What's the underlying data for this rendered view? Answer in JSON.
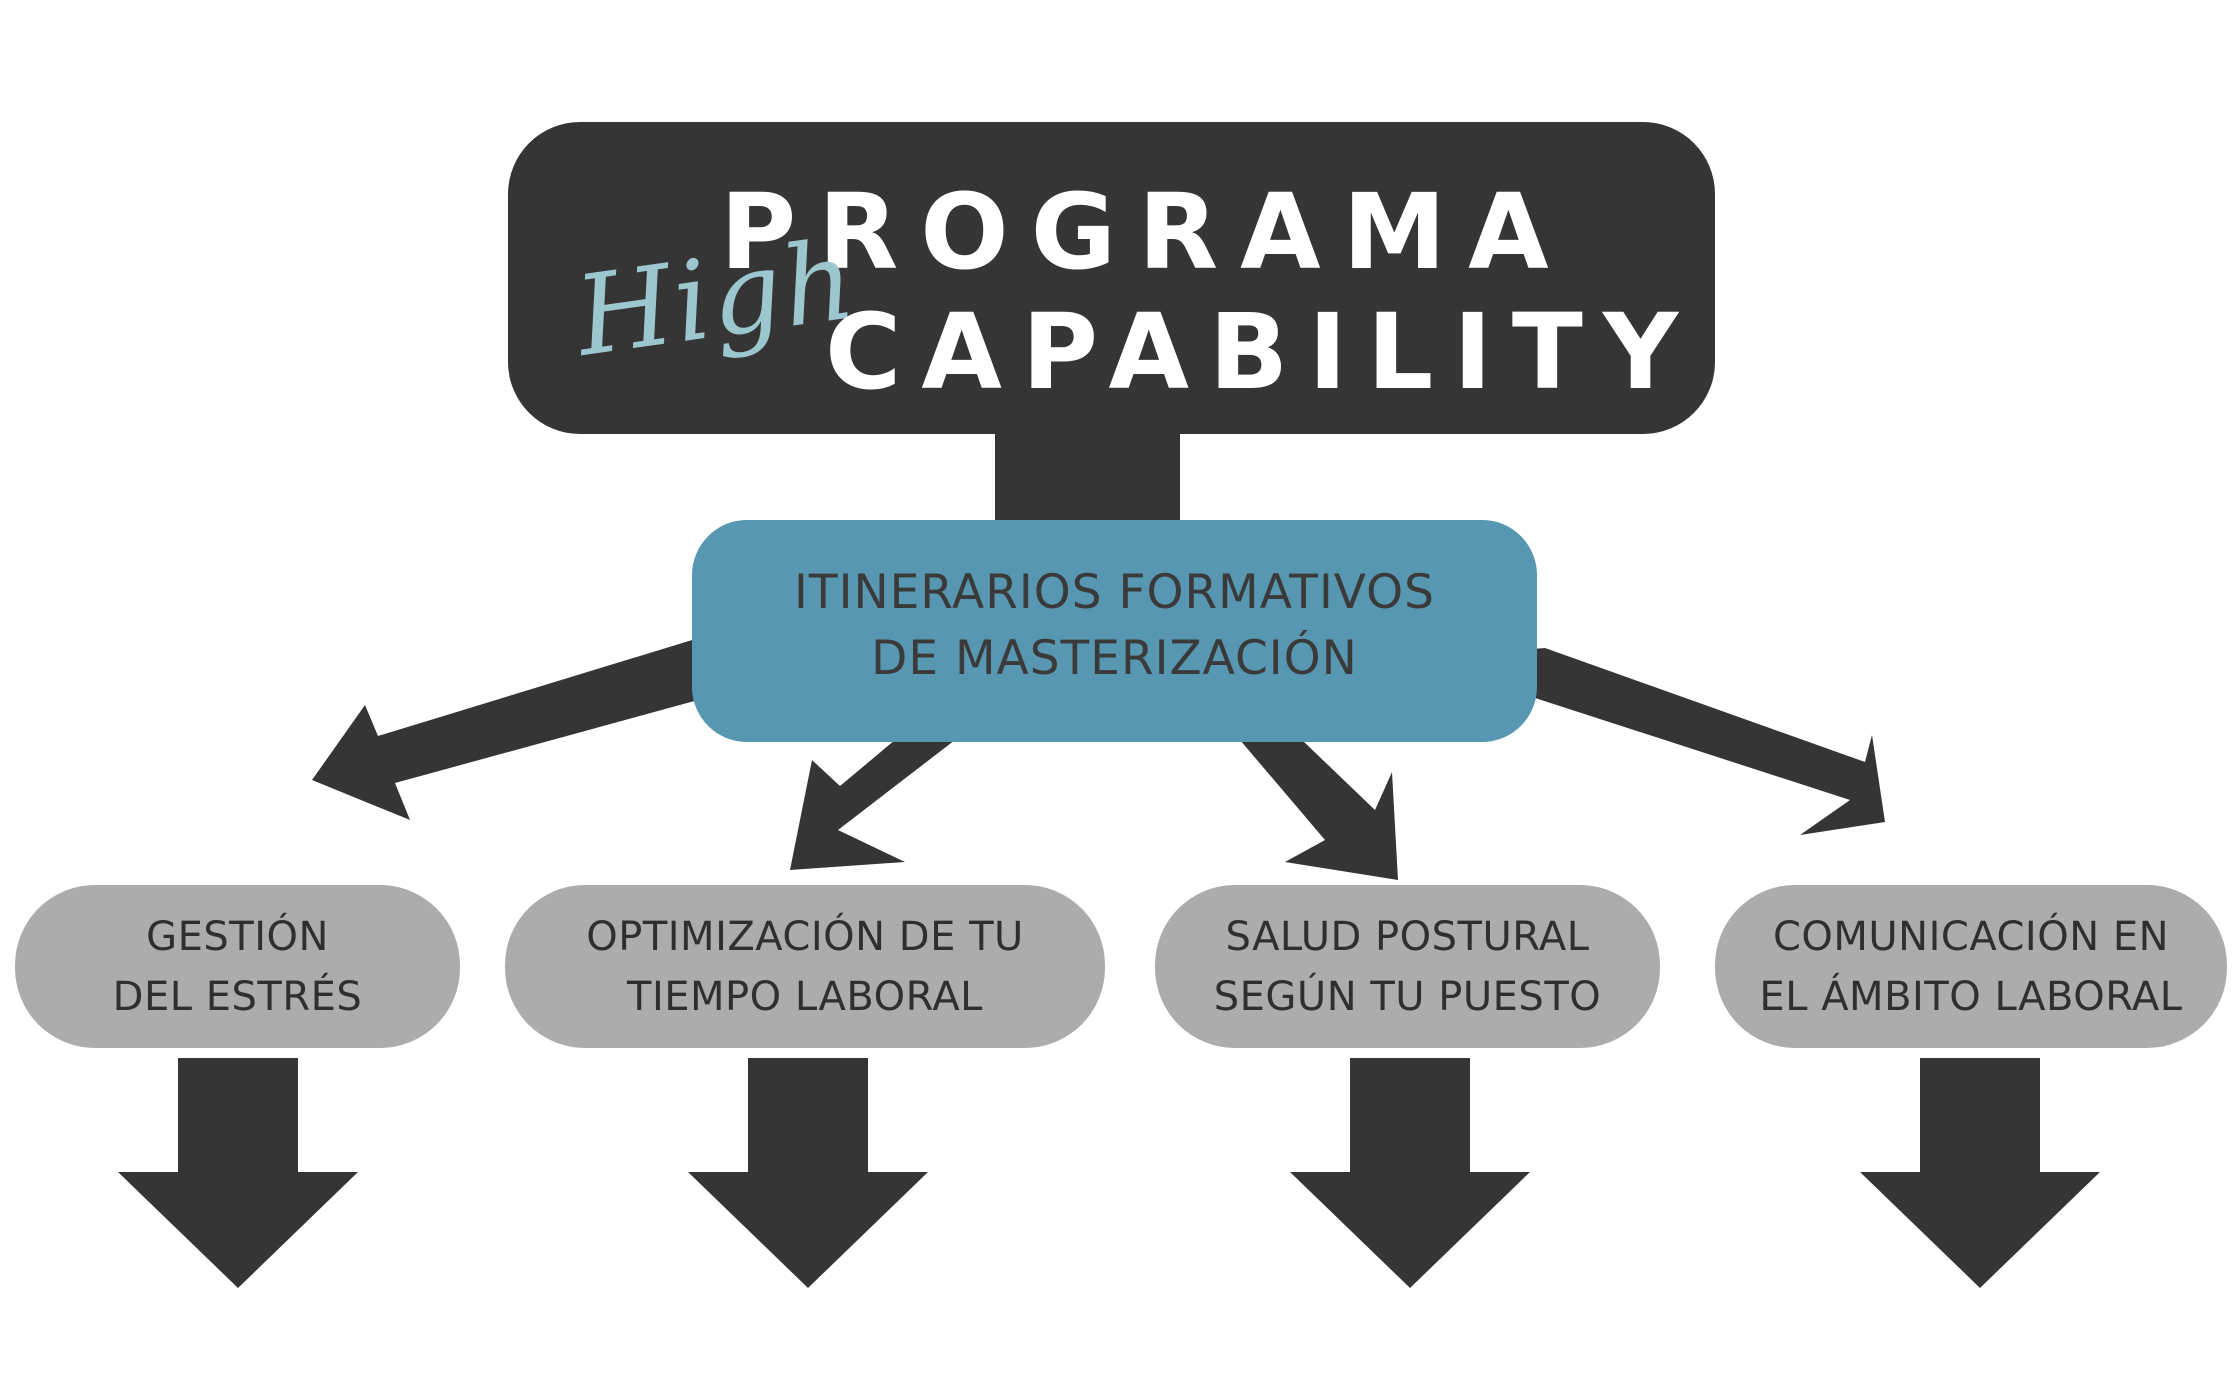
{
  "header": {
    "line1": "PROGRAMA",
    "script_word": "High",
    "line2": "CAPABILITY"
  },
  "center_node": {
    "line1": "ITINERARIOS FORMATIVOS",
    "line2": "DE MASTERIZACIÓN"
  },
  "leaves": [
    {
      "line1": "GESTIÓN",
      "line2": "DEL ESTRÉS"
    },
    {
      "line1": "OPTIMIZACIÓN DE TU",
      "line2": "TIEMPO LABORAL"
    },
    {
      "line1": "SALUD POSTURAL",
      "line2": "SEGÚN TU PUESTO"
    },
    {
      "line1": "COMUNICACIÓN EN",
      "line2": "EL ÁMBITO LABORAL"
    }
  ],
  "colors": {
    "dark": "#353535",
    "teal": "#5897b2",
    "leaf_gray": "#acacac",
    "script": "#9cc7cf"
  }
}
